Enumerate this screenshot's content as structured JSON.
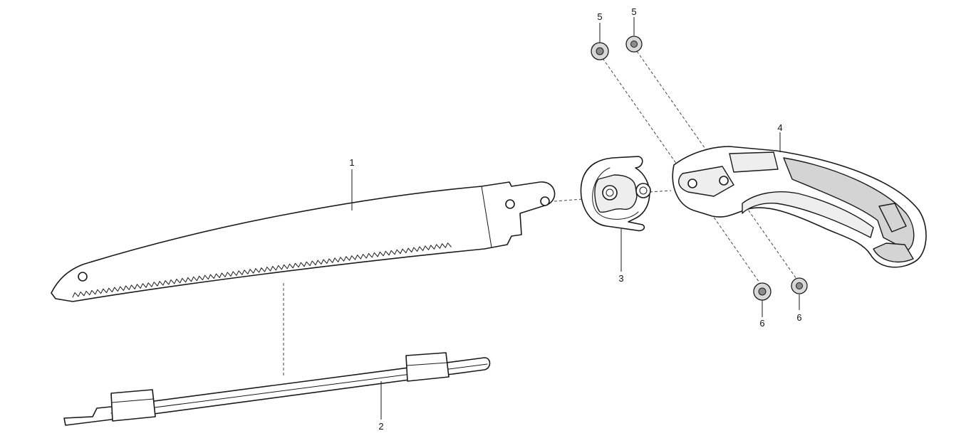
{
  "callouts": [
    {
      "id": "blade",
      "label": "1"
    },
    {
      "id": "sheath-strip",
      "label": "2"
    },
    {
      "id": "ferrule",
      "label": "3"
    },
    {
      "id": "handle",
      "label": "4"
    },
    {
      "id": "nut-left",
      "label": "5"
    },
    {
      "id": "nut-right",
      "label": "5"
    },
    {
      "id": "washer-left",
      "label": "6"
    },
    {
      "id": "washer-right",
      "label": "6"
    }
  ],
  "colors": {
    "line": "#1a1a1a",
    "background": "#ffffff",
    "grip_fill": "#d4d4d4"
  }
}
